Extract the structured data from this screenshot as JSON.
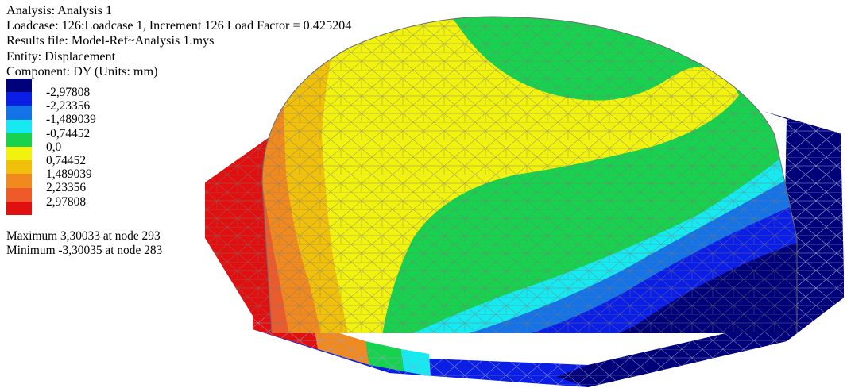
{
  "header": {
    "analysis": "Analysis: Analysis 1",
    "loadcase": "Loadcase: 126:Loadcase 1, Increment 126 Load Factor = 0.425204",
    "results_file": "Results file: Model-Ref~Analysis 1.mys",
    "entity": "Entity: Displacement",
    "component": "Component: DY (Units: mm)"
  },
  "legend": {
    "colors": [
      "#00007a",
      "#0a1ee6",
      "#1473e6",
      "#16e9f0",
      "#17d24e",
      "#f2f20f",
      "#f0c00a",
      "#f08a1e",
      "#ef5a2a",
      "#e01010"
    ],
    "labels": [
      "-2,97808",
      "-2,23356",
      "-1,489039",
      "-0,74452",
      "0,0",
      "0,74452",
      "1,489039",
      "2,23356",
      "2,97808"
    ]
  },
  "extrema": {
    "maximum": "Maximum 3,30033 at node 293",
    "minimum": "Minimum -3,30035 at node 283"
  }
}
